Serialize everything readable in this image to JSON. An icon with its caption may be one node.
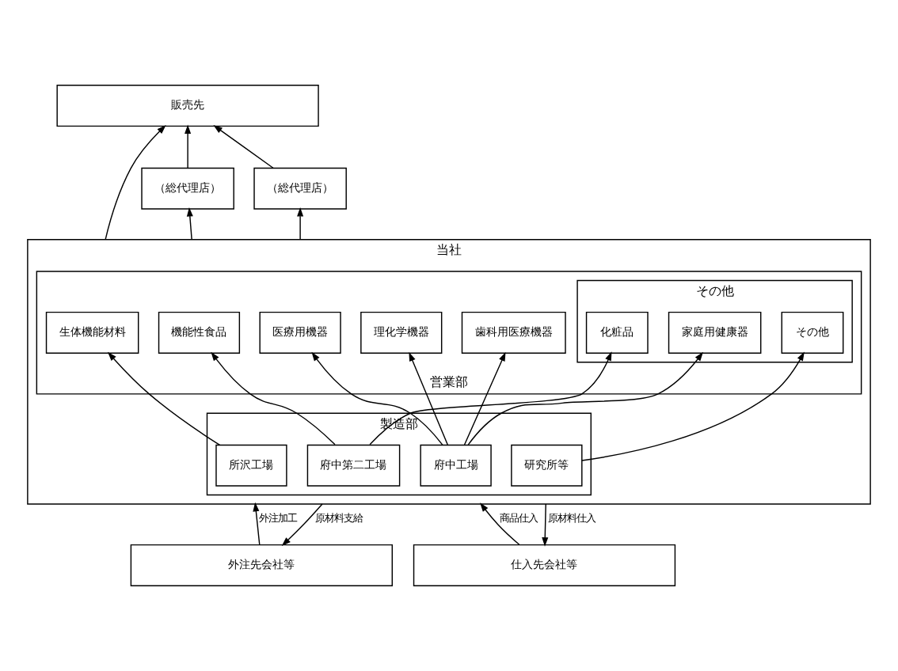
{
  "diagram": {
    "nodes": [
      {
        "text": [
          "販売先"
        ]
      },
      {
        "text": [
          "（総代理店）"
        ]
      },
      {
        "text": [
          "（総代理店）"
        ]
      },
      {
        "text": [
          "当社"
        ]
      },
      {
        "text": [
          "営業部"
        ],
        "in": 3
      },
      {
        "text": [
          "生体機能材料"
        ],
        "in": 4
      },
      {
        "text": [
          "機能性食品"
        ],
        "in": 4
      },
      {
        "text": [
          "医療用機器"
        ],
        "in": 4
      },
      {
        "text": [
          "理化学機器"
        ],
        "in": 4
      },
      {
        "text": [
          "歯科用医療機器"
        ],
        "in": 4
      },
      {
        "text": [
          "その他"
        ],
        "in": 4
      },
      {
        "text": [
          "化粧品"
        ],
        "in": 10
      },
      {
        "text": [
          "家庭用健康器"
        ],
        "in": 10
      },
      {
        "text": [
          "その他"
        ],
        "in": 10
      },
      {
        "text": [
          "製造部"
        ],
        "in": 3
      },
      {
        "text": [
          "所沢工場"
        ],
        "in": 14
      },
      {
        "text": [
          "府中第二工場"
        ],
        "in": 14
      },
      {
        "text": [
          "府中工場"
        ],
        "in": 14
      },
      {
        "text": [
          "研究所等"
        ],
        "in": 14
      },
      {
        "text": [
          "外注先会社等"
        ]
      },
      {
        "text": [
          "仕入先会社等"
        ]
      }
    ],
    "edges": [
      {
        "from": 1,
        "to": 0,
        "arrow": "to"
      },
      {
        "from": 2,
        "to": 0,
        "arrow": "to"
      },
      {
        "from": 3,
        "to": 0,
        "arrow": "to"
      },
      {
        "from": 3,
        "to": 1,
        "arrow": "to"
      },
      {
        "from": 3,
        "to": 2,
        "arrow": "to"
      },
      {
        "from": 15,
        "to": 5,
        "arrow": "to"
      },
      {
        "from": 16,
        "to": 6,
        "arrow": "to"
      },
      {
        "from": 17,
        "to": 7,
        "arrow": "to"
      },
      {
        "from": 17,
        "to": 8,
        "arrow": "to"
      },
      {
        "from": 17,
        "to": 9,
        "arrow": "to"
      },
      {
        "from": 16,
        "to": 11,
        "arrow": "to"
      },
      {
        "from": 17,
        "to": 12,
        "arrow": "to"
      },
      {
        "from": 18,
        "to": 13,
        "arrow": "to"
      },
      {
        "from": 19,
        "to": 3,
        "arrow": "to",
        "label": "外注加工"
      },
      {
        "from": 3,
        "to": 19,
        "arrow": "to",
        "label": "原材料支給"
      },
      {
        "from": 20,
        "to": 3,
        "arrow": "to",
        "label": "商品仕入"
      },
      {
        "from": 3,
        "to": 20,
        "arrow": "to",
        "label": "原材料仕入"
      }
    ]
  }
}
